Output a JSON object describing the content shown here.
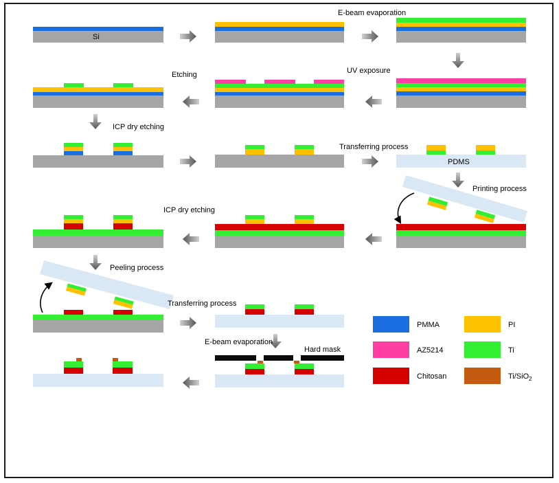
{
  "labels": {
    "si": "Si",
    "ebeam1": "E-beam evaporation",
    "etching": "Etching",
    "uv": "UV exposure",
    "icp1": "ICP dry etching",
    "transfer1": "Transferring process",
    "pdms": "PDMS",
    "printing": "Printing process",
    "icp2": "ICP dry etching",
    "peeling": "Peeling process",
    "transfer2": "Transferring process",
    "ebeam2": "E-beam evaporation",
    "hardmask": "Hard mask"
  },
  "legend": [
    {
      "name": "PMMA",
      "color": "#1a6ee0"
    },
    {
      "name": "PI",
      "color": "#ffc000"
    },
    {
      "name": "AZ5214",
      "color": "#ff3ea5"
    },
    {
      "name": "Ti",
      "color": "#33ee33"
    },
    {
      "name": "Chitosan",
      "color": "#d50000"
    },
    {
      "name": "Ti/SiO",
      "sub": "2",
      "color": "#c55a11"
    }
  ],
  "colors": {
    "si": "#a6a6a6",
    "pdms": "#dae8f5",
    "hardmask": "#0a0a0a",
    "arrow": "#6f6f6f"
  }
}
